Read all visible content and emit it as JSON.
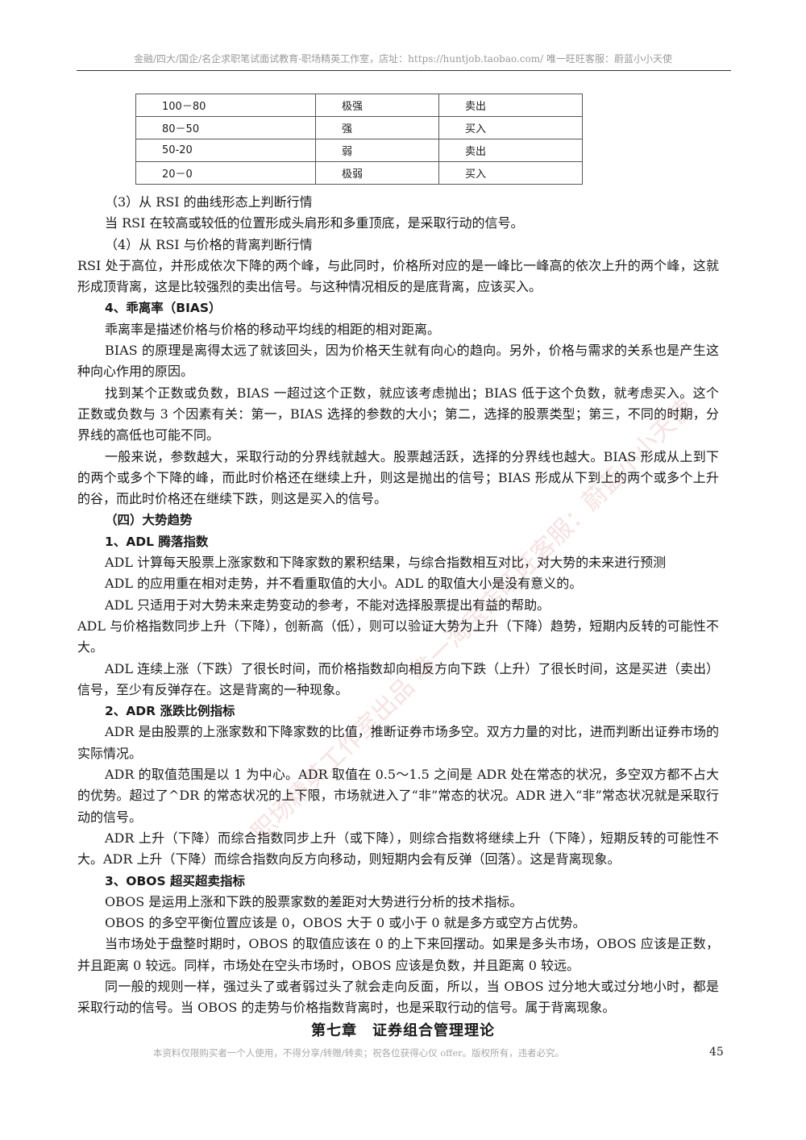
{
  "header": "金融/四大/国企/名企求职笔试面试教育-职场精英工作室，店址：https://huntjob.taobao.com/ 唯一旺旺客服：蔚蓝小小天使",
  "table": {
    "rows": [
      [
        "100－80",
        "极强",
        "卖出"
      ],
      [
        "80－50",
        "强",
        "买入"
      ],
      [
        "50-20",
        "弱",
        "卖出"
      ],
      [
        "20－0",
        "极弱",
        "买入"
      ]
    ]
  },
  "paragraphs": [
    {
      "style": "ind1",
      "text": "（3）从 RSI 的曲线形态上判断行情"
    },
    {
      "style": "ind",
      "text": "当 RSI 在较高或较低的位置形成头肩形和多重顶底，是采取行动的信号。"
    },
    {
      "style": "ind1",
      "text": "（4）从 RSI 与价格的背离判断行情"
    },
    {
      "style": "plain",
      "text": "RSI 处于高位，并形成依次下降的两个峰，与此同时，价格所对应的是一峰比一峰高的依次上升的两个峰，这就形成顶背离，这是比较强烈的卖出信号。与这种情况相反的是底背离，应该买入。"
    },
    {
      "style": "h",
      "text": "4、乖离率（BIAS）"
    },
    {
      "style": "ind",
      "text": "乖离率是描述价格与价格的移动平均线的相距的相对距离。"
    },
    {
      "style": "ind",
      "text": "BIAS 的原理是离得太远了就该回头，因为价格天生就有向心的趋向。另外，价格与需求的关系也是产生这种向心作用的原因。"
    },
    {
      "style": "ind",
      "text": "找到某个正数或负数，BIAS 一超过这个正数，就应该考虑抛出；BIAS 低于这个负数，就考虑买入。这个正数或负数与 3 个因素有关：第一，BIAS 选择的参数的大小；第二，选择的股票类型；第三，不同的时期，分界线的高低也可能不同。"
    },
    {
      "style": "ind",
      "text": "一般来说，参数越大，采取行动的分界线就越大。股票越活跃，选择的分界线也越大。BIAS 形成从上到下的两个或多个下降的峰，而此时价格还在继续上升，则这是抛出的信号；BIAS 形成从下到上的两个或多个上升的谷，而此时价格还在继续下跌，则这是买入的信号。"
    },
    {
      "style": "h",
      "text": "（四）大势趋势"
    },
    {
      "style": "h",
      "text": "1、ADL 腾落指数"
    },
    {
      "style": "ind",
      "text": "ADL 计算每天股票上涨家数和下降家数的累积结果，与综合指数相互对比，对大势的未来进行预测"
    },
    {
      "style": "ind",
      "text": "ADL 的应用重在相对走势，并不看重取值的大小。ADL 的取值大小是没有意义的。"
    },
    {
      "style": "ind",
      "text": "ADL 只适用于对大势未来走势变动的参考，不能对选择股票提出有益的帮助。"
    },
    {
      "style": "plain",
      "text": "ADL 与价格指数同步上升（下降），创新高（低），则可以验证大势为上升（下降）趋势，短期内反转的可能性不大。"
    },
    {
      "style": "ind",
      "text": "ADL 连续上涨（下跌）了很长时间，而价格指数却向相反方向下跌（上升）了很长时间，这是买进（卖出）信号，至少有反弹存在。这是背离的一种现象。"
    },
    {
      "style": "h",
      "text": "2、ADR 涨跌比例指标"
    },
    {
      "style": "ind",
      "text": "ADR 是由股票的上涨家数和下降家数的比值，推断证券市场多空。双方力量的对比，进而判断出证券市场的实际情况。"
    },
    {
      "style": "ind",
      "text": "ADR 的取值范围是以 1 为中心。ADR 取值在 0.5～1.5 之间是 ADR 处在常态的状况，多空双方都不占大的优势。超过了^DR 的常态状况的上下限，市场就进入了“非”常态的状况。ADR 进入“非”常态状况就是采取行动的信号。"
    },
    {
      "style": "ind",
      "text": "ADR 上升（下降）而综合指数同步上升（或下降），则综合指数将继续上升（下降），短期反转的可能性不大。ADR 上升（下降）而综合指数向反方向移动，则短期内会有反弹（回落）。这是背离现象。"
    },
    {
      "style": "h",
      "text": "3、OBOS 超买超卖指标"
    },
    {
      "style": "ind",
      "text": "OBOS 是运用上涨和下跌的股票家数的差距对大势进行分析的技术指标。"
    },
    {
      "style": "ind",
      "text": "OBOS 的多空平衡位置应该是 0，OBOS 大于 0 或小于 0 就是多方或空方占优势。"
    },
    {
      "style": "ind",
      "text": "当市场处于盘整时期时，OBOS 的取值应该在 0 的上下来回摆动。如果是多头市场，OBOS 应该是正数，并且距离 0 较远。同样，市场处在空头市场时，OBOS 应该是负数，并且距离 0 较远。"
    },
    {
      "style": "ind",
      "text": "同一般的规则一样，强过头了或者弱过头了就会走向反面，所以，当 OBOS 过分地大或过分地小时，都是采取行动的信号。当 OBOS 的走势与价格指数背离时，也是采取行动的信号。属于背离现象。"
    }
  ],
  "chapter_title": "第七章　证券组合管理理论",
  "footer": "本资料仅限购买者一个人使用，不得分享/转赠/转卖；祝各位获得心仪 offer。版权所有，违者必究。",
  "page_number": "45",
  "watermark": "职场精英工作室出品 唯一淘宝店旺旺客服：蔚蓝小小天使"
}
